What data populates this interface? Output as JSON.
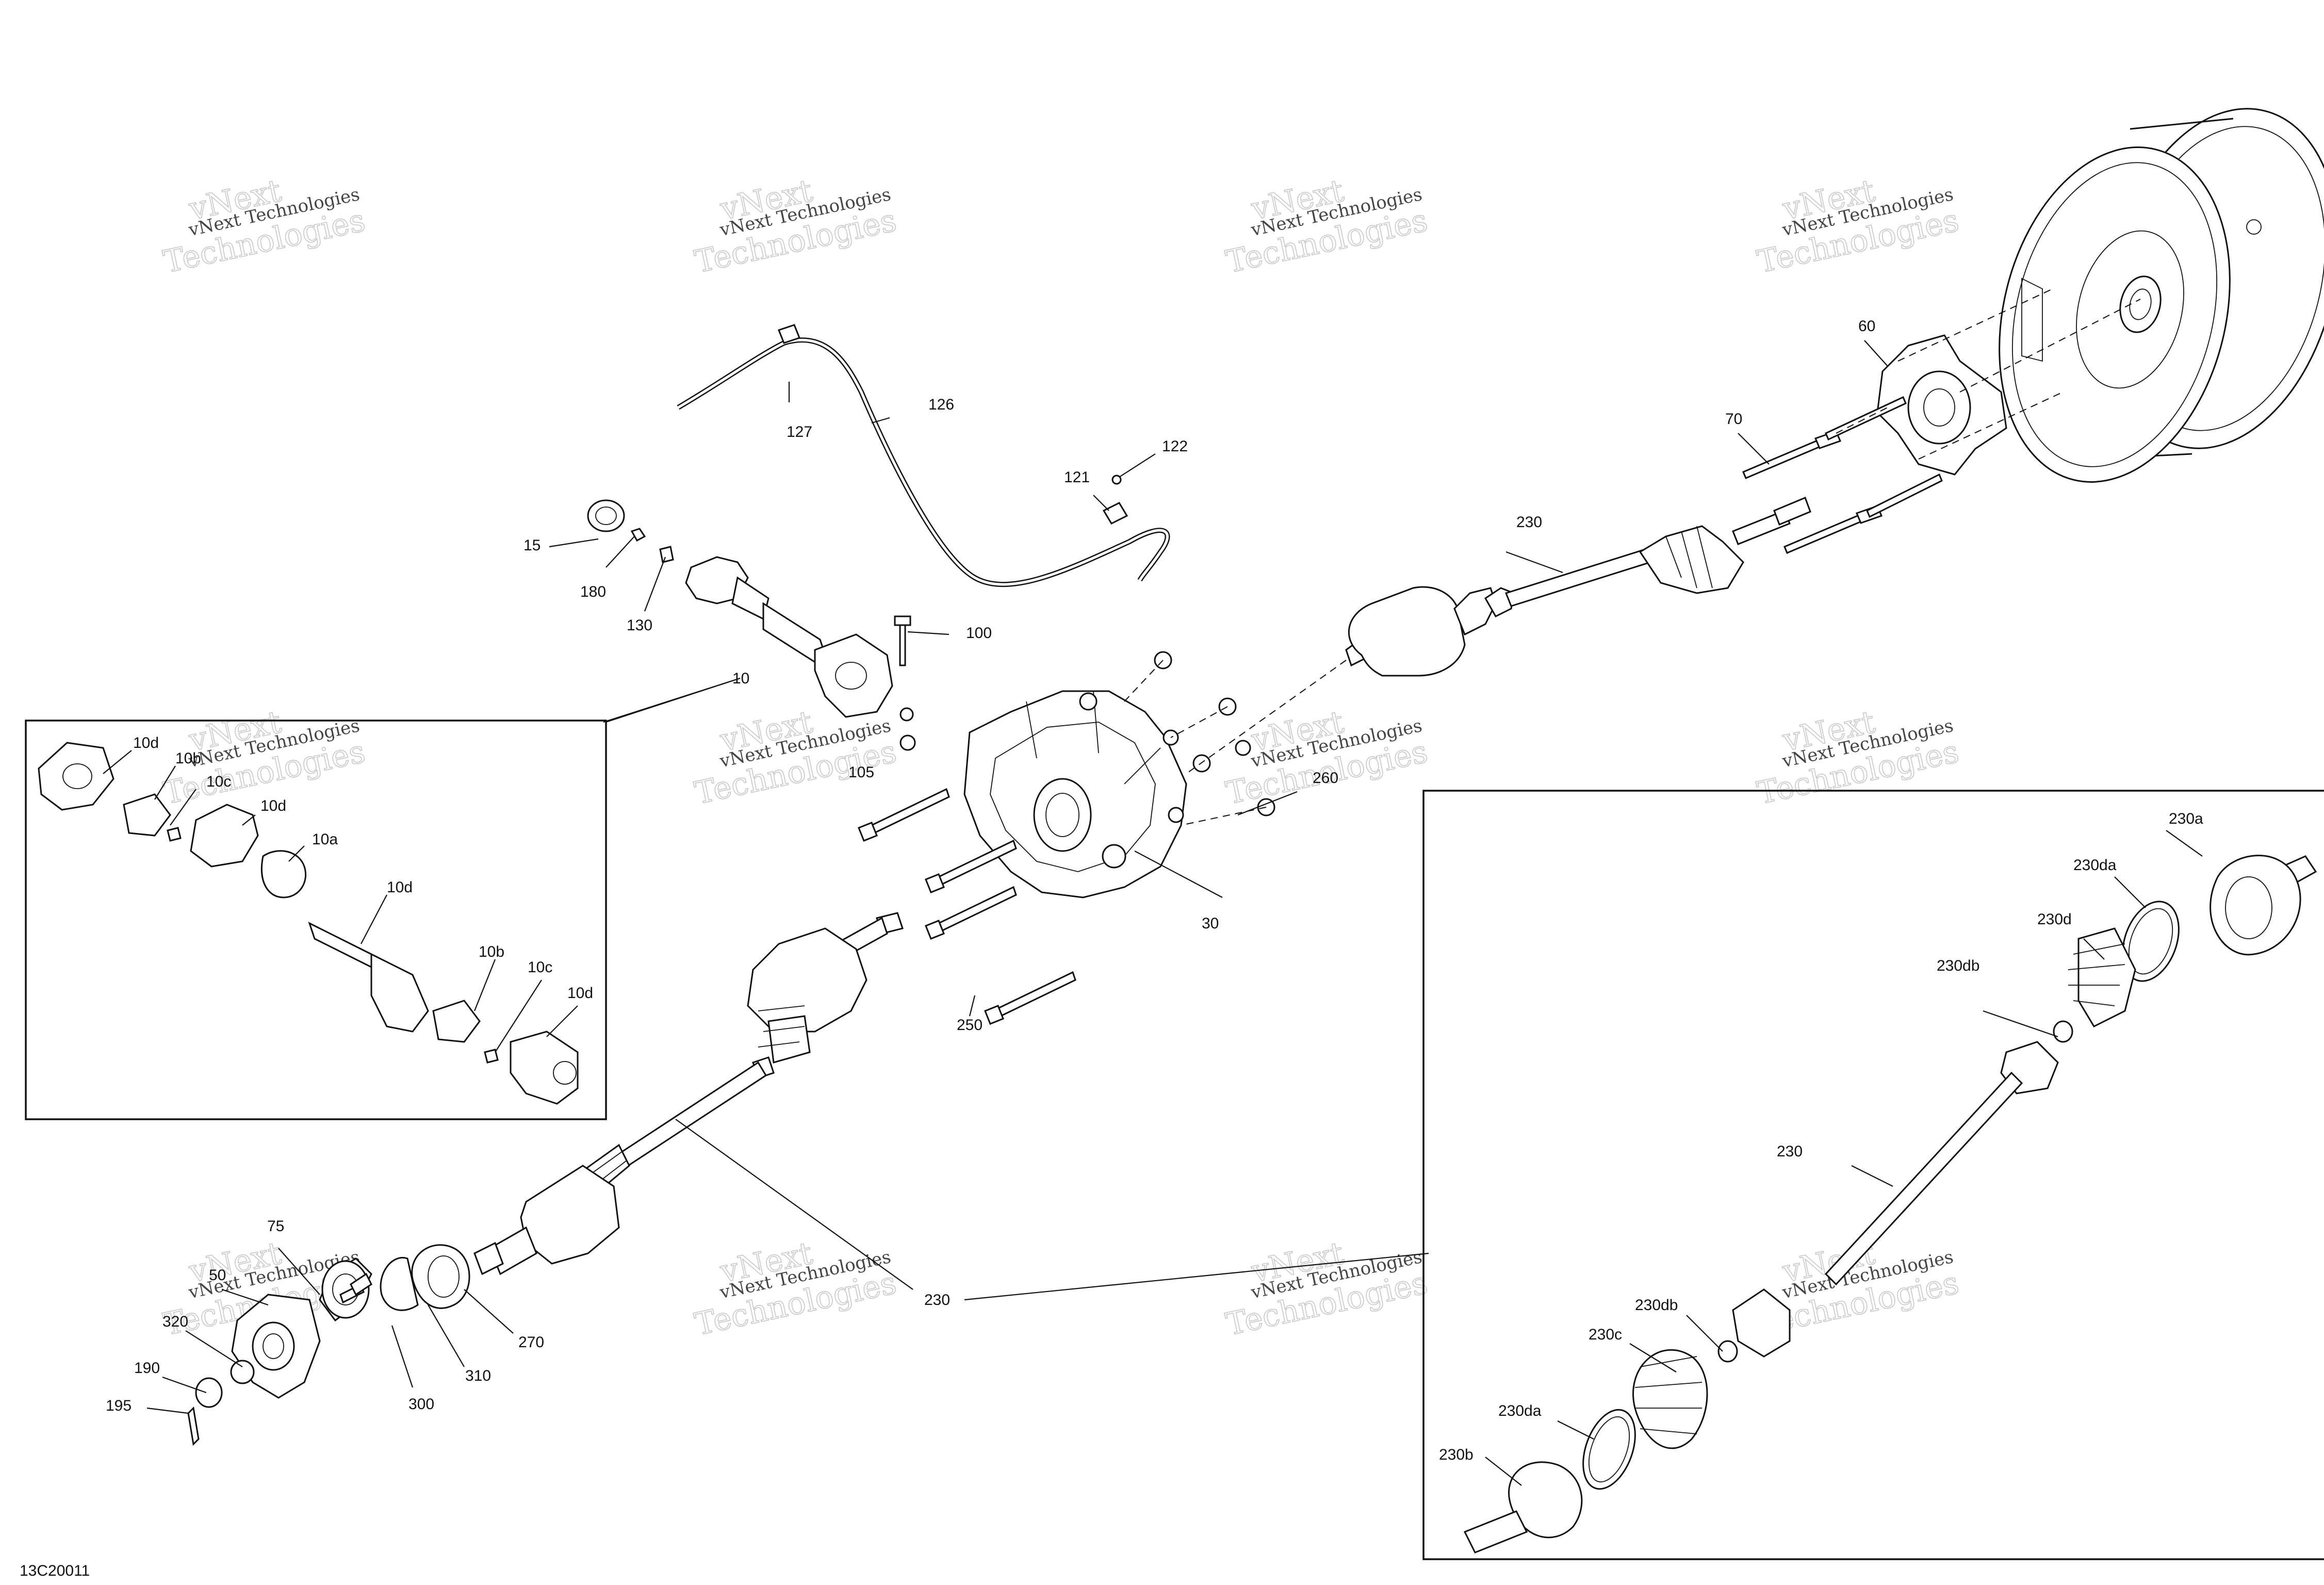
{
  "diagram": {
    "doc_id": "13C20011",
    "watermark": {
      "line1": "vNext",
      "line2": "Technologies",
      "line3": "vNext Technologies"
    },
    "callouts": {
      "c126": "126",
      "c127": "127",
      "c122": "122",
      "c121": "121",
      "c15": "15",
      "c180": "180",
      "c130": "130",
      "c100": "100",
      "c10": "10",
      "c105": "105",
      "c260": "260",
      "c30": "30",
      "c250": "250",
      "c230top": "230",
      "c70": "70",
      "c60": "60",
      "c230main": "230",
      "c75": "75",
      "c50": "50",
      "c320": "320",
      "c190": "190",
      "c195": "195",
      "c300": "300",
      "c310": "310",
      "c270": "270",
      "k10d_a": "10d",
      "k10b_a": "10b",
      "k10c_a": "10c",
      "k10d_b": "10d",
      "k10a": "10a",
      "k10d_c": "10d",
      "k10b_b": "10b",
      "k10c_b": "10c",
      "k10d_d": "10d",
      "j230a": "230a",
      "j230da_a": "230da",
      "j230d": "230d",
      "j230db_a": "230db",
      "j230": "230",
      "j230db_b": "230db",
      "j230c": "230c",
      "j230da_b": "230da",
      "j230b": "230b"
    }
  }
}
